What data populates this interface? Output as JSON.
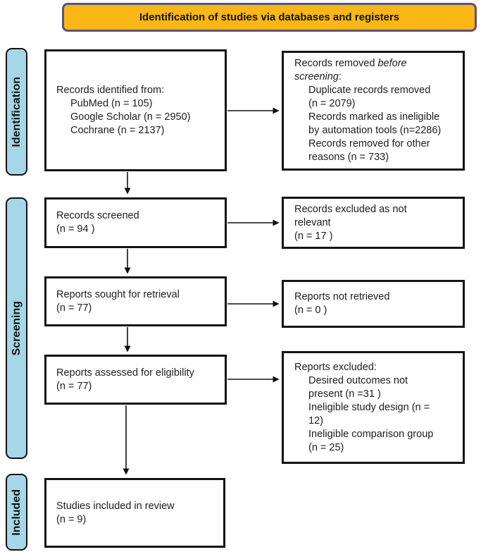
{
  "header": {
    "title": "Identification of studies via databases and registers"
  },
  "colors": {
    "header_fill": "#FBB715",
    "header_border": "#5B5377",
    "stage_fill": "#A5D7E8",
    "box_border": "#141414",
    "arrow": "#111111"
  },
  "stages": {
    "identification": "Identification",
    "screening": "Screening",
    "included": "Included"
  },
  "boxes": {
    "identified": {
      "lines": [
        "Records identified from:",
        "PubMed (n = 105)",
        "Google Scholar (n = 2950)",
        "Cochrane (n = 2137)"
      ]
    },
    "removed": {
      "title": {
        "normal1": "Records removed ",
        "italic1": "before",
        "italic2": "screening",
        "normal2": ":"
      },
      "lines": [
        "Duplicate records removed",
        "(n = 2079)",
        "Records marked as ineligible",
        "by automation tools (n=2286)",
        "Records removed for other",
        "reasons (n = 733)"
      ]
    },
    "screened": {
      "lines": [
        "Records screened",
        "(n = 94 )"
      ]
    },
    "excluded_not_relevant": {
      "lines": [
        "Records excluded as not",
        "relevant",
        "(n = 17 )"
      ]
    },
    "sought": {
      "lines": [
        "Reports sought for retrieval",
        "(n = 77)"
      ]
    },
    "not_retrieved": {
      "lines": [
        "Reports not retrieved",
        "(n = 0 )"
      ]
    },
    "assessed": {
      "lines": [
        "Reports assessed for eligibility",
        "(n = 77)"
      ]
    },
    "reports_excluded": {
      "title": "Reports excluded:",
      "lines": [
        "Desired outcomes not",
        "present (n =31 )",
        "Ineligible study design (n =",
        "12)",
        "Ineligible comparison group",
        "(n = 25)"
      ]
    },
    "included_review": {
      "lines": [
        "Studies included in review",
        "(n = 9)"
      ]
    }
  }
}
